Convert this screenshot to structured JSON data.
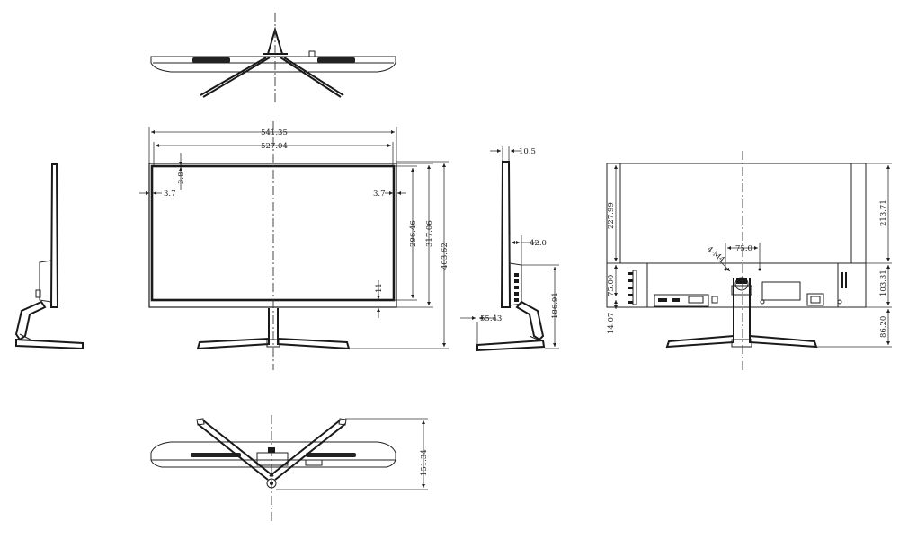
{
  "views": {
    "top": {
      "name": "top-view"
    },
    "front": {
      "name": "front-view"
    },
    "left": {
      "name": "left-side-view"
    },
    "right": {
      "name": "right-side-view"
    },
    "rear": {
      "name": "rear-view"
    },
    "bottom": {
      "name": "bottom-view"
    }
  },
  "dimensions": {
    "overall_width": "541.35",
    "screen_width": "527.04",
    "bezel_top": "3.8",
    "bezel_left": "3.7",
    "bezel_right": "3.7",
    "bezel_bottom": "11",
    "screen_height": "296.46",
    "panel_height": "317.06",
    "total_height": "403.62",
    "panel_thickness": "10.5",
    "body_depth": "42.0",
    "stand_offset": "55.43",
    "neck_height": "186.91",
    "rear_upper_left": "227.99",
    "rear_mid_left": "75.00",
    "rear_lower_left": "14.07",
    "rear_upper_right": "213.71",
    "rear_mid_right": "103.31",
    "rear_lower_right": "86.20",
    "vesa_spacing": "75.0",
    "vesa_screw": "4-M4",
    "base_depth": "151.34"
  },
  "colors": {
    "line": "#222222",
    "background": "#ffffff"
  }
}
